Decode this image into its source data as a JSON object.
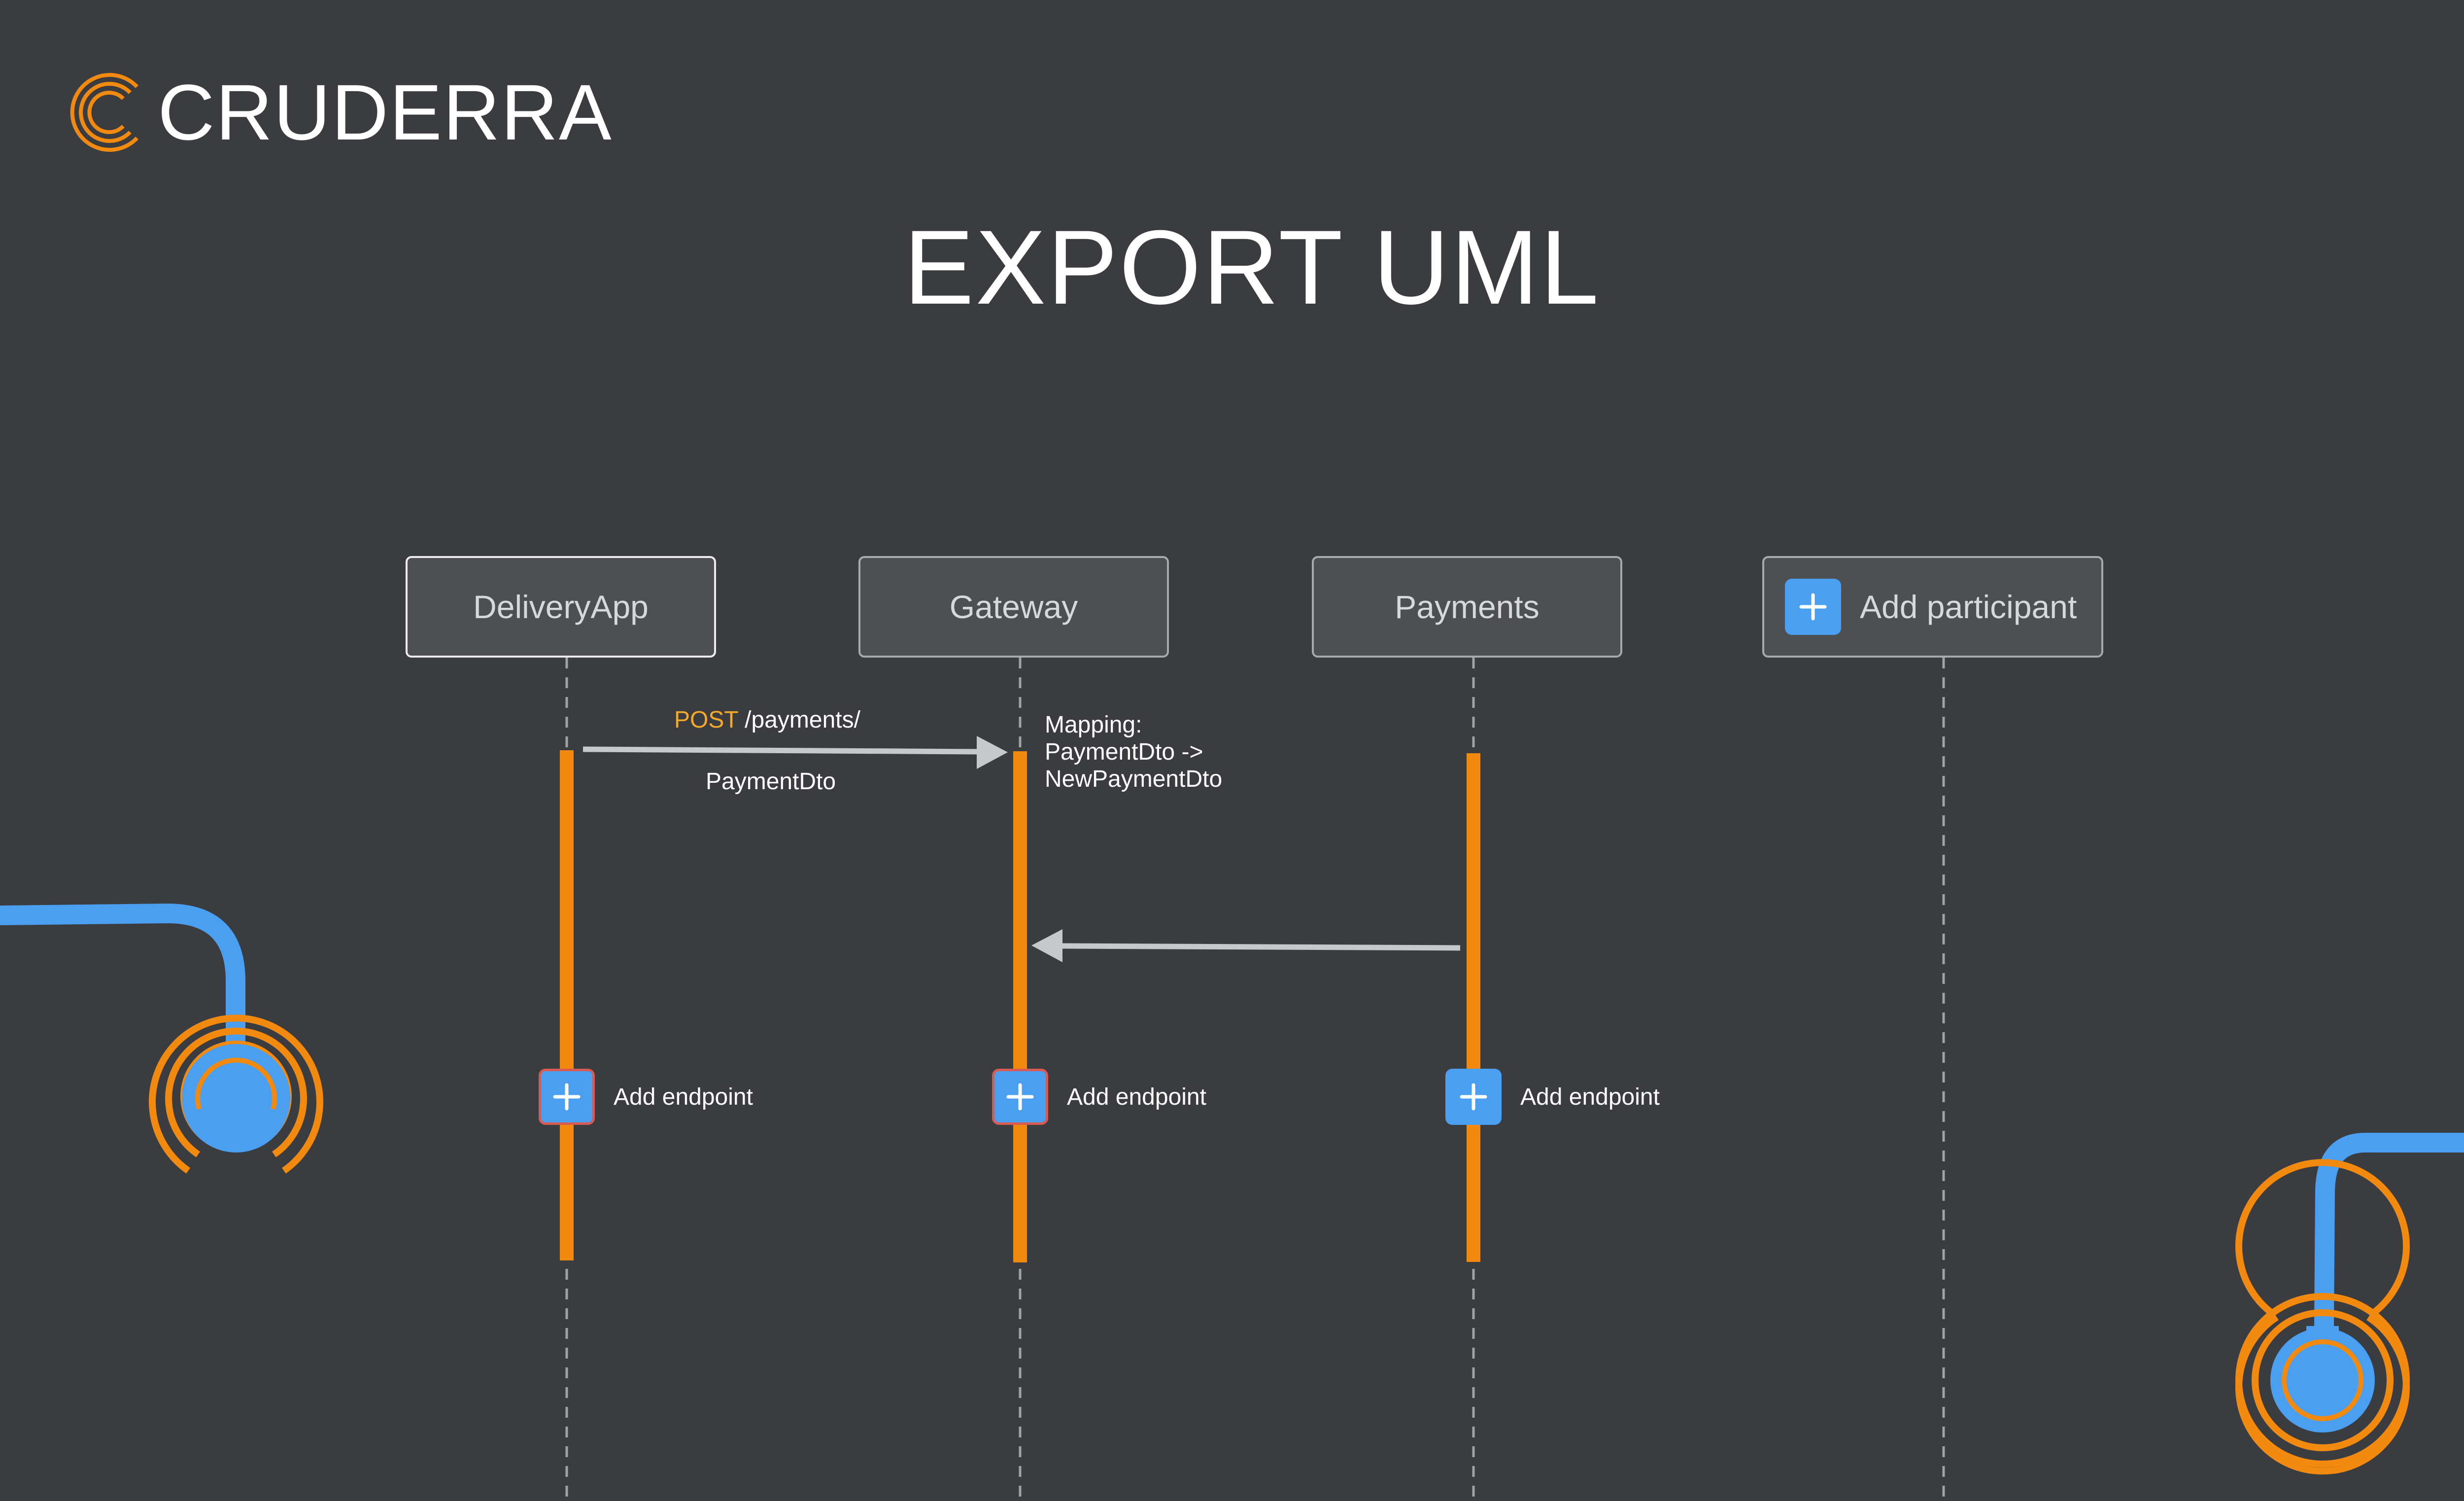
{
  "brand": {
    "name": "CRUDERRA",
    "accent_color": "#f28a10",
    "node_color": "#4a9ff0"
  },
  "title": "EXPORT UML",
  "participants": [
    {
      "label": "DeliveryApp"
    },
    {
      "label": "Gateway"
    },
    {
      "label": "Payments"
    }
  ],
  "add_participant": {
    "label": "Add participant",
    "icon": "plus-icon"
  },
  "messages": [
    {
      "from": "DeliveryApp",
      "to": "Gateway",
      "verb": "POST",
      "path": "/payments/",
      "body": "PaymentDto"
    },
    {
      "from": "Payments",
      "to": "Gateway"
    }
  ],
  "notes": {
    "gateway_mapping": [
      "Mapping:",
      "PaymentDto ->",
      "NewPaymentDto"
    ]
  },
  "add_endpoint": {
    "label": "Add endpoint",
    "icon": "plus-icon"
  }
}
